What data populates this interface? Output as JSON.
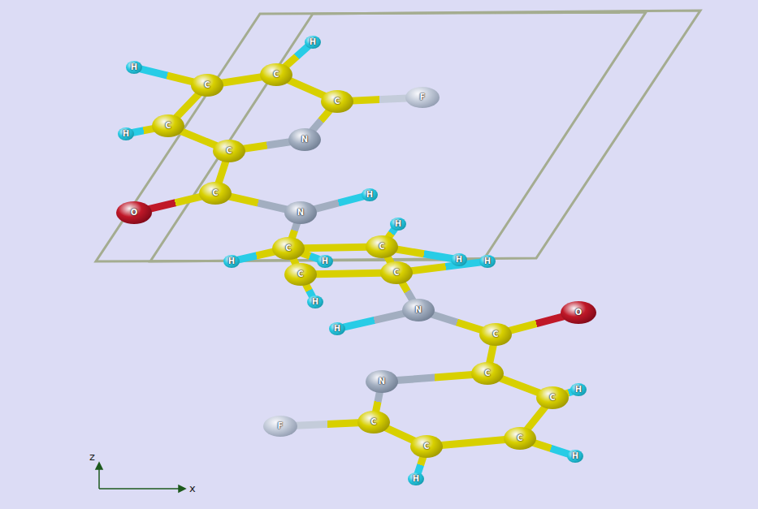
{
  "diagram": {
    "nodes": [
      {
        "text": [
          "H"
        ]
      },
      {
        "text": [
          "H"
        ]
      },
      {
        "text": [
          "C"
        ]
      },
      {
        "text": [
          "C"
        ]
      },
      {
        "text": [
          "F"
        ]
      },
      {
        "text": [
          "C"
        ]
      },
      {
        "text": [
          "C"
        ]
      },
      {
        "text": [
          "H"
        ]
      },
      {
        "text": [
          "N"
        ]
      },
      {
        "text": [
          "C"
        ]
      },
      {
        "text": [
          "C"
        ]
      },
      {
        "text": [
          "H"
        ]
      },
      {
        "text": [
          "O"
        ]
      },
      {
        "text": [
          "N"
        ]
      },
      {
        "text": [
          "H"
        ]
      },
      {
        "text": [
          "C"
        ]
      },
      {
        "text": [
          "C"
        ]
      },
      {
        "text": [
          "H"
        ]
      },
      {
        "text": [
          "H"
        ]
      },
      {
        "text": [
          "H"
        ]
      },
      {
        "text": [
          "H"
        ]
      },
      {
        "text": [
          "C"
        ]
      },
      {
        "text": [
          "C"
        ]
      },
      {
        "text": [
          "H"
        ]
      },
      {
        "text": [
          "N"
        ]
      },
      {
        "text": [
          "O"
        ]
      },
      {
        "text": [
          "H"
        ]
      },
      {
        "text": [
          "C"
        ]
      },
      {
        "text": [
          "C"
        ]
      },
      {
        "text": [
          "N"
        ]
      },
      {
        "text": [
          "H"
        ]
      },
      {
        "text": [
          "C"
        ]
      },
      {
        "text": [
          "F"
        ]
      },
      {
        "text": [
          "C"
        ]
      },
      {
        "text": [
          "C"
        ]
      },
      {
        "text": [
          "C"
        ]
      },
      {
        "text": [
          "H"
        ]
      },
      {
        "text": [
          "H"
        ]
      }
    ],
    "edges": [
      {
        "from": 1,
        "to": 3,
        "arrow": "none"
      },
      {
        "from": 3,
        "to": 2,
        "arrow": "none"
      },
      {
        "from": 2,
        "to": 0,
        "arrow": "none"
      },
      {
        "from": 2,
        "to": 5,
        "arrow": "none"
      },
      {
        "from": 5,
        "to": 4,
        "arrow": "none"
      },
      {
        "from": 5,
        "to": 8,
        "arrow": "none"
      },
      {
        "from": 8,
        "to": 9,
        "arrow": "none"
      },
      {
        "from": 9,
        "to": 6,
        "arrow": "none"
      },
      {
        "from": 6,
        "to": 3,
        "arrow": "none"
      },
      {
        "from": 6,
        "to": 7,
        "arrow": "none"
      },
      {
        "from": 9,
        "to": 10,
        "arrow": "none"
      },
      {
        "from": 10,
        "to": 12,
        "arrow": "none"
      },
      {
        "from": 10,
        "to": 13,
        "arrow": "none"
      },
      {
        "from": 13,
        "to": 11,
        "arrow": "none"
      },
      {
        "from": 13,
        "to": 16,
        "arrow": "none"
      },
      {
        "from": 16,
        "to": 15,
        "arrow": "none"
      },
      {
        "from": 15,
        "to": 21,
        "arrow": "none"
      },
      {
        "from": 21,
        "to": 22,
        "arrow": "none"
      },
      {
        "from": 22,
        "to": 16,
        "arrow": "none"
      },
      {
        "from": 16,
        "to": 17,
        "arrow": "none"
      },
      {
        "from": 15,
        "to": 14,
        "arrow": "none"
      },
      {
        "from": 22,
        "to": 23,
        "arrow": "none"
      },
      {
        "from": 15,
        "to": 19,
        "arrow": "none"
      },
      {
        "from": 21,
        "to": 20,
        "arrow": "none"
      },
      {
        "from": 16,
        "to": 18,
        "arrow": "none"
      },
      {
        "from": 21,
        "to": 24,
        "arrow": "none"
      },
      {
        "from": 24,
        "to": 26,
        "arrow": "none"
      },
      {
        "from": 24,
        "to": 27,
        "arrow": "none"
      },
      {
        "from": 27,
        "to": 25,
        "arrow": "none"
      },
      {
        "from": 27,
        "to": 28,
        "arrow": "none"
      },
      {
        "from": 28,
        "to": 31,
        "arrow": "none"
      },
      {
        "from": 31,
        "to": 30,
        "arrow": "none"
      },
      {
        "from": 31,
        "to": 34,
        "arrow": "none"
      },
      {
        "from": 34,
        "to": 36,
        "arrow": "none"
      },
      {
        "from": 34,
        "to": 35,
        "arrow": "none"
      },
      {
        "from": 35,
        "to": 37,
        "arrow": "none"
      },
      {
        "from": 35,
        "to": 33,
        "arrow": "none"
      },
      {
        "from": 33,
        "to": 32,
        "arrow": "none"
      },
      {
        "from": 33,
        "to": 29,
        "arrow": "none"
      },
      {
        "from": 29,
        "to": 28,
        "arrow": "none"
      }
    ],
    "labels": [
      "z",
      "x"
    ]
  }
}
